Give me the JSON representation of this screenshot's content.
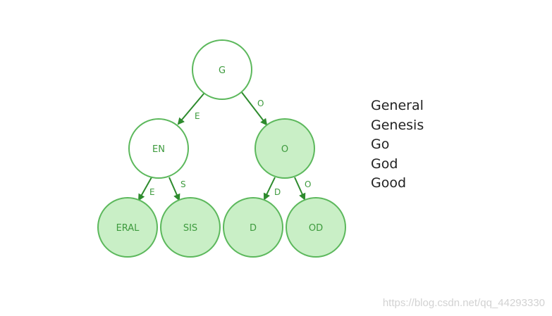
{
  "tree": {
    "nodes": [
      {
        "id": "root",
        "label": "G",
        "filled": false
      },
      {
        "id": "en",
        "label": "EN",
        "filled": false
      },
      {
        "id": "o",
        "label": "O",
        "filled": true
      },
      {
        "id": "eral",
        "label": "ERAL",
        "filled": true
      },
      {
        "id": "sis",
        "label": "SIS",
        "filled": true
      },
      {
        "id": "d",
        "label": "D",
        "filled": true
      },
      {
        "id": "od",
        "label": "OD",
        "filled": true
      }
    ],
    "edges": [
      {
        "from": "root",
        "to": "en",
        "label": "E"
      },
      {
        "from": "root",
        "to": "o",
        "label": "O"
      },
      {
        "from": "en",
        "to": "eral",
        "label": "E"
      },
      {
        "from": "en",
        "to": "sis",
        "label": "S"
      },
      {
        "from": "o",
        "to": "d",
        "label": "D"
      },
      {
        "from": "o",
        "to": "od",
        "label": "O"
      }
    ],
    "colors": {
      "stroke": "#5cb85c",
      "fill": "#c9efc6",
      "arrow": "#2e8b2e",
      "text": "#3d9a3d"
    }
  },
  "words": [
    "General",
    "Genesis",
    "Go",
    "God",
    "Good"
  ],
  "watermark": "https://blog.csdn.net/qq_44293330"
}
